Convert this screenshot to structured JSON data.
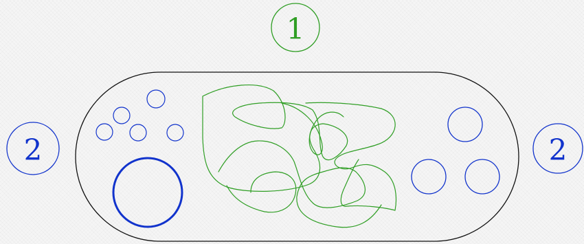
{
  "labels": {
    "top": "1",
    "left": "2",
    "right": "2"
  },
  "colors": {
    "green": "#2f9e24",
    "blue": "#1133cc",
    "outline": "#111111"
  }
}
